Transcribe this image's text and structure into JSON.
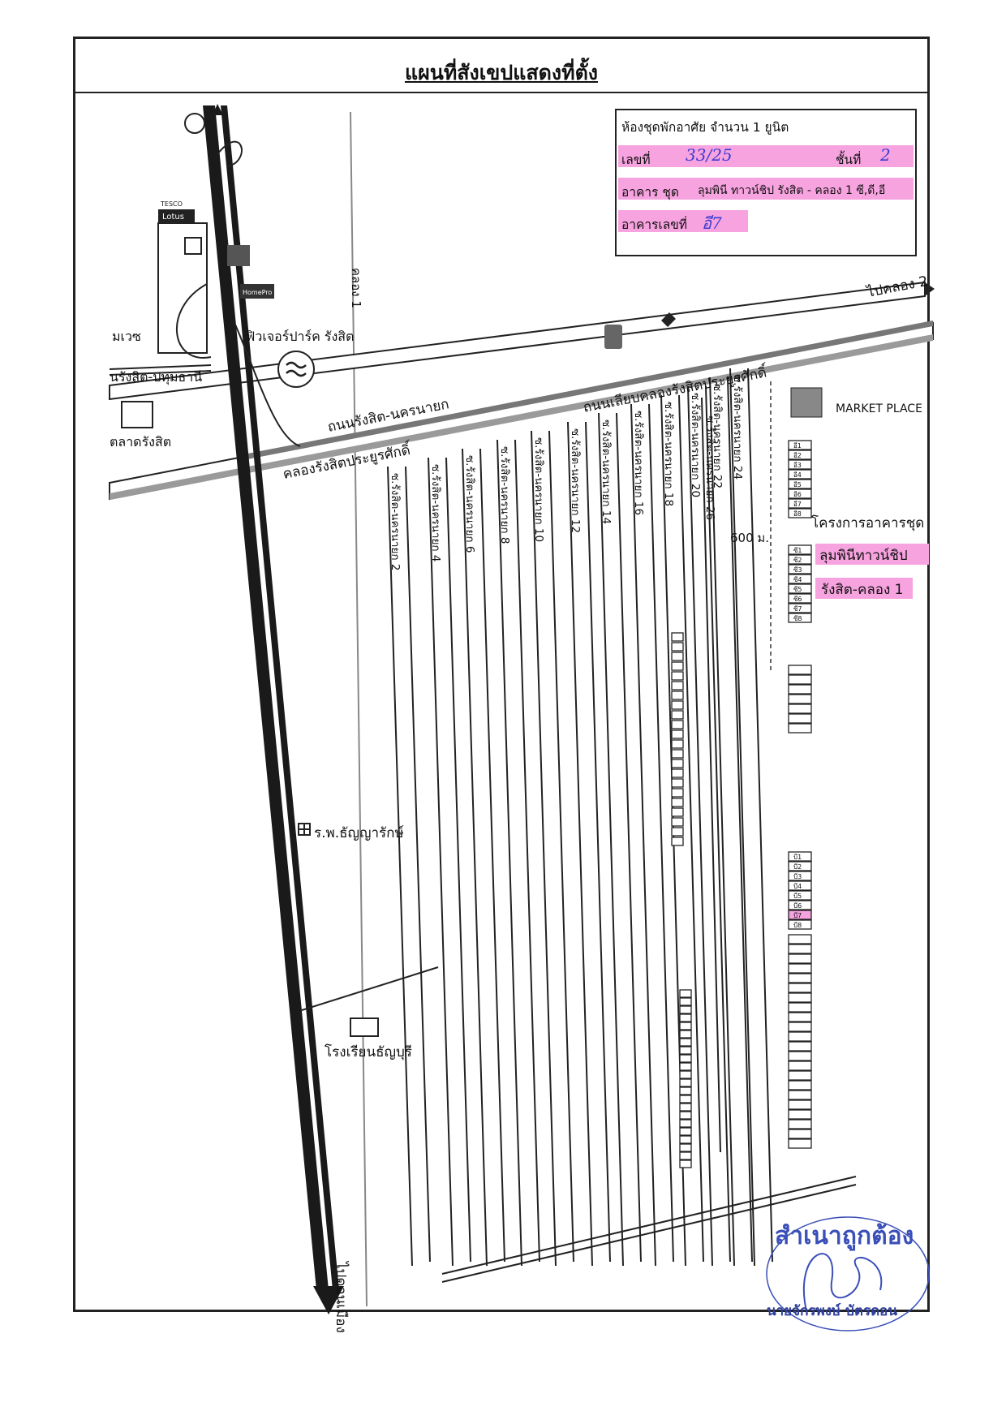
{
  "title": "แผนที่สังเขปแสดงที่ตั้ง",
  "info_box": {
    "heading": "ห้องชุดพักอาศัย จำนวน 1 ยูนิต",
    "unit_label": "เลขที่",
    "unit_value": "33/25",
    "floor_label": "ชั้นที่",
    "floor_value": "2",
    "building_label": "อาคาร ชุด",
    "building_value": "ลุมพินี ทาวน์ชิป รังสิต - คลอง 1 ซี,ดี,อี",
    "building_no_label": "อาคารเลขที่",
    "building_no_value": "อี7",
    "highlight_color": "#f7a3df"
  },
  "labels": {
    "to_klong2": "ไปคลอง 2",
    "future_park": "ฟิวเจอร์ปาร์ค รังสิต",
    "rangsit_pathum": "นรังสิต-ปทุมธานี",
    "makro": "มเวซ",
    "talad_rangsit": "ตลาดรังสิต",
    "road_rangsit_nakhonnayok": "ถนนรังสิต-นครนายก",
    "road_liab_klong": "ถนนเลียบคลองรังสิตประยูรศักดิ์",
    "canal_rangsit": "คลองรังสิตประยูรศักดิ์",
    "klong_vertical": "คลอง 1",
    "market_place": "MARKET PLACE",
    "distance": "600 ม.",
    "project_line1": "โครงการอาคารชุด",
    "project_line2": "ลุมพินีทาวน์ชิป",
    "project_line3": "รังสิต-คลอง 1",
    "hospital": "ร.พ.ธัญญารักษ์",
    "school": "โรงเรียนธัญบุรี",
    "to_city": "ไปดอนเมือง",
    "tesco": "TESCO",
    "lotus": "Lotus",
    "homepro": "HomePro",
    "highlight_color": "#f7a3df"
  },
  "sois": [
    "ซ.รังสิต-นครนายก 2",
    "ซ.รังสิต-นครนายก 4",
    "ซ.รังสิต-นครนายก 6",
    "ซ.รังสิต-นครนายก 8",
    "ซ.รังสิต-นครนายก 10",
    "ซ.รังสิต-นครนายก 12",
    "ซ.รังสิต-นครนายก 14",
    "ซ.รังสิต-นครนายก 16",
    "ซ.รังสิต-นครนายก 18",
    "ซ.รังสิต-นครนายก 20",
    "ซ.รังสิต-นครนายก 22",
    "ซ.รังสิต-นครนายก 24",
    "ซ.รังสิต-นครนายก 26"
  ],
  "buildings_upper": [
    "อี1",
    "อี2",
    "อี3",
    "อี4",
    "อี5",
    "อี6",
    "อี7",
    "อี8"
  ],
  "buildings_mid": [
    "ซี1",
    "ซี2",
    "ซี3",
    "ซี4",
    "ซี5",
    "ซี6",
    "ซี7",
    "ซี8"
  ],
  "buildings_lower": [
    "บี1",
    "บี2",
    "บี3",
    "บี4",
    "บี5",
    "บี6",
    "บี7",
    "บี8"
  ],
  "stamp": {
    "certified": "สำเนาถูกต้อง",
    "name": "นายจักรพงษ์ บัตรดอน",
    "color": "#3a4fb8"
  }
}
